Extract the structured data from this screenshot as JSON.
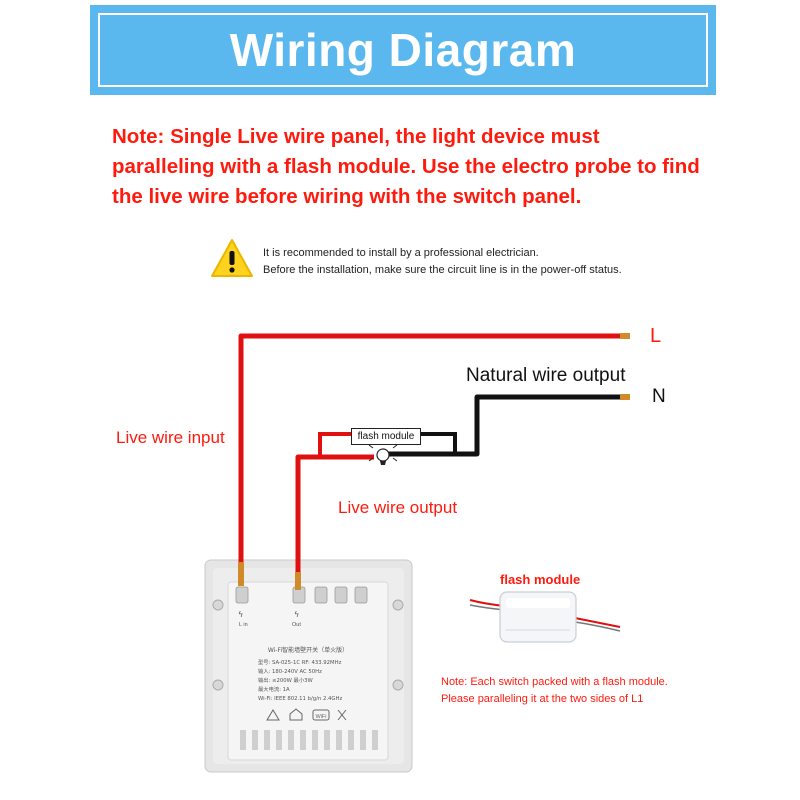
{
  "title": "Wiring Diagram",
  "note": "Note: Single Live wire panel, the light device must paralleling with a flash module. Use the electro probe to find the live wire before wiring with the switch panel.",
  "warning": {
    "icon": "warning-triangle-icon",
    "line1": "It is recommended to install by a professional electrician.",
    "line2": "Before the installation, make sure the circuit line is in the power-off status."
  },
  "labels": {
    "L": "L",
    "N": "N",
    "natural_wire_output": "Natural wire output",
    "live_wire_input": "Live wire input",
    "live_wire_output": "Live wire output",
    "flash_module_box": "flash module"
  },
  "switch_panel": {
    "l_in": "L in",
    "out": "Out",
    "title": "Wi-Fi智能墙壁开关（单火版）",
    "spec_lines": [
      "型号: SA-025-1C  RF: 433.92MHz",
      "输入: 180-240V AC 50Hz",
      "输出: ≤200W  最小3W",
      "最大电流: 1A",
      "Wi-Fi: IEEE 802.11 b/g/n 2.4GHz"
    ],
    "wifi_badge": "WiFi"
  },
  "flash_module_photo": {
    "title": "flash module",
    "note_line1": "Note: Each switch packed with a flash module.",
    "note_line2": "Please paralleling it at the two sides of L1"
  },
  "colors": {
    "banner": "#5bb8ef",
    "red_text": "#ff1a0e",
    "live_wire": "#e01010",
    "neutral_wire": "#111111",
    "wire_copper": "#d08a2a"
  }
}
